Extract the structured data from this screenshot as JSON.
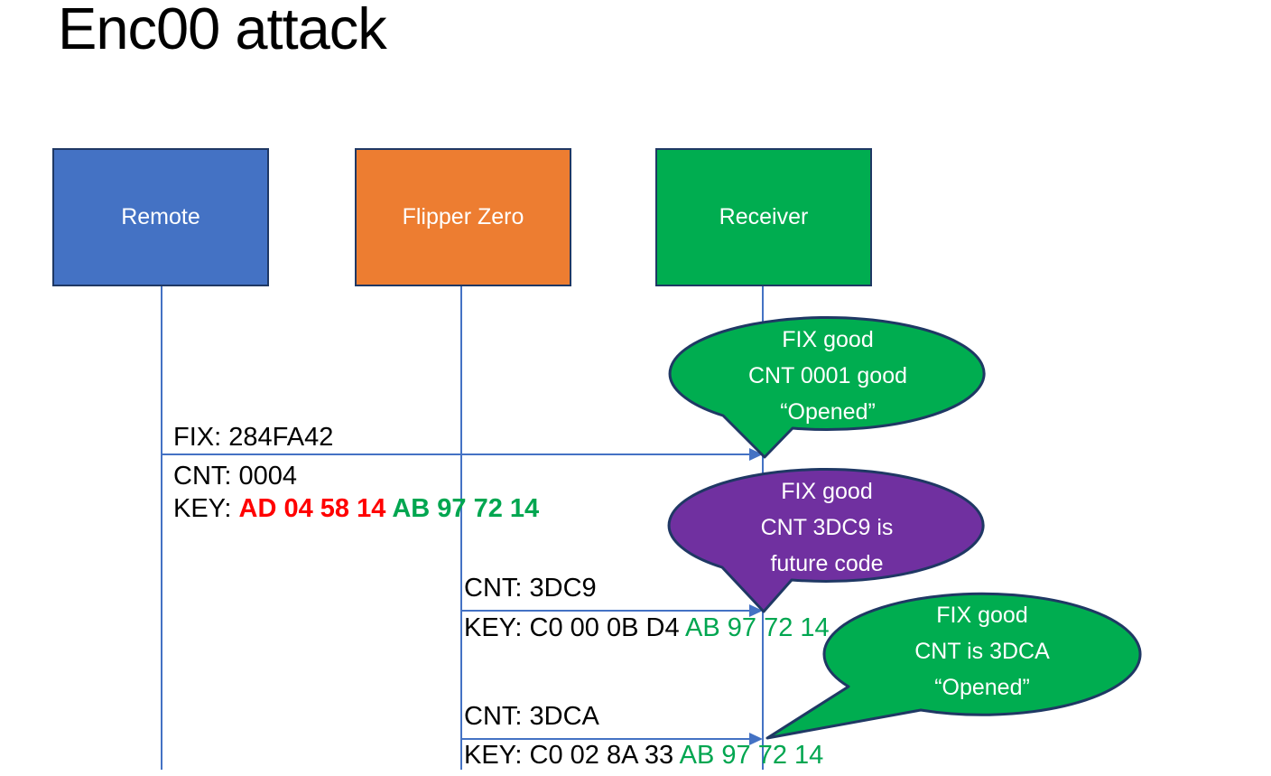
{
  "title": "Enc00 attack",
  "colors": {
    "remote_fill": "#4472C4",
    "flipper_fill": "#ED7D31",
    "receiver_fill": "#00AD50",
    "callout_green": "#00AD50",
    "callout_purple": "#7030A0",
    "shape_border": "#1F3864",
    "connector_blue": "#4472C4",
    "key_changed_red": "#FF0000",
    "key_fixed_green": "#00A650"
  },
  "actors": [
    {
      "label": "Remote"
    },
    {
      "label": "Flipper Zero"
    },
    {
      "label": "Receiver"
    }
  ],
  "messages": [
    {
      "fix": "FIX: 284FA42",
      "cnt": "CNT: 0004",
      "key_prefix": "KEY: ",
      "key_changed": "AD 04 58 14 ",
      "key_fixed": "AB 97 72 14"
    },
    {
      "cnt": "CNT: 3DC9",
      "key_prefix": "KEY: C0 00 0B D4 ",
      "key_fixed": "AB 97 72 14"
    },
    {
      "cnt": "CNT: 3DCA",
      "key_prefix": "KEY: C0 02 8A 33 ",
      "key_fixed": "AB 97 72 14"
    }
  ],
  "callouts": [
    {
      "line1": "FIX good",
      "line2": "CNT 0001 good",
      "line3": "“Opened”"
    },
    {
      "line1": "FIX good",
      "line2": "CNT 3DC9 is",
      "line3": "future code"
    },
    {
      "line1": "FIX good",
      "line2": "CNT is 3DCA",
      "line3": "“Opened”"
    }
  ]
}
